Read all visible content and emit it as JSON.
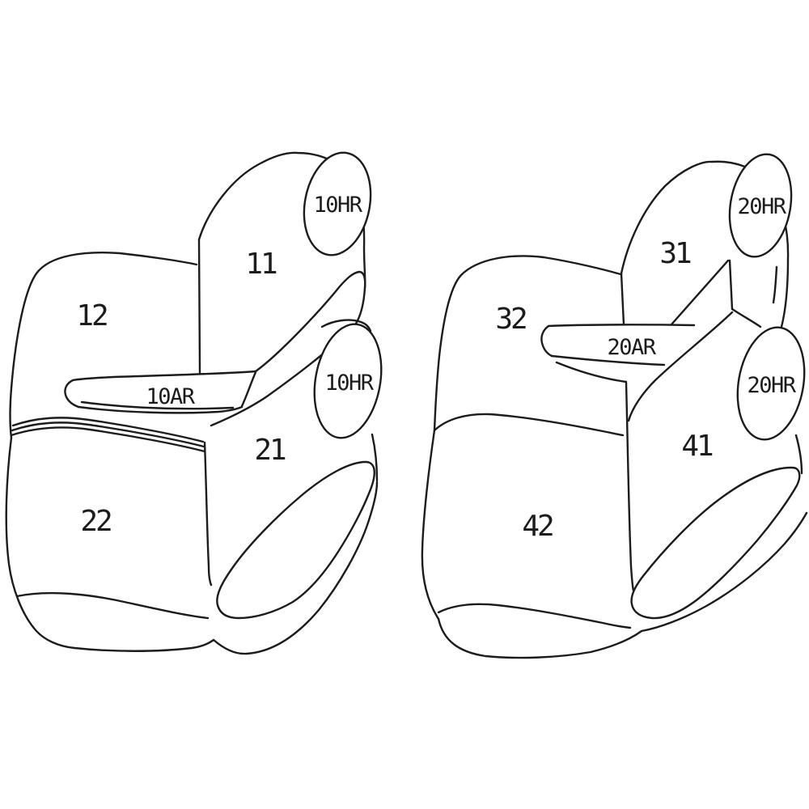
{
  "page": {
    "background": "#ffffff"
  },
  "colors": {
    "line": "#1c1c1c",
    "text": "#1c1c1c",
    "shape_fill": "#ffffff"
  },
  "diagram": {
    "type": "seat-cover-fitment-line-drawing",
    "left_group": {
      "headrest_top": "10HR",
      "headrest_front": "10HR",
      "seatback_front": "11",
      "seatback_rear": "12",
      "armrest": "10AR",
      "cushion_front": "21",
      "cushion_rear": "22"
    },
    "right_group": {
      "headrest_top": "20HR",
      "headrest_front": "20HR",
      "seatback_front": "31",
      "seatback_rear": "32",
      "armrest": "20AR",
      "cushion_front": "41",
      "cushion_rear": "42"
    }
  }
}
